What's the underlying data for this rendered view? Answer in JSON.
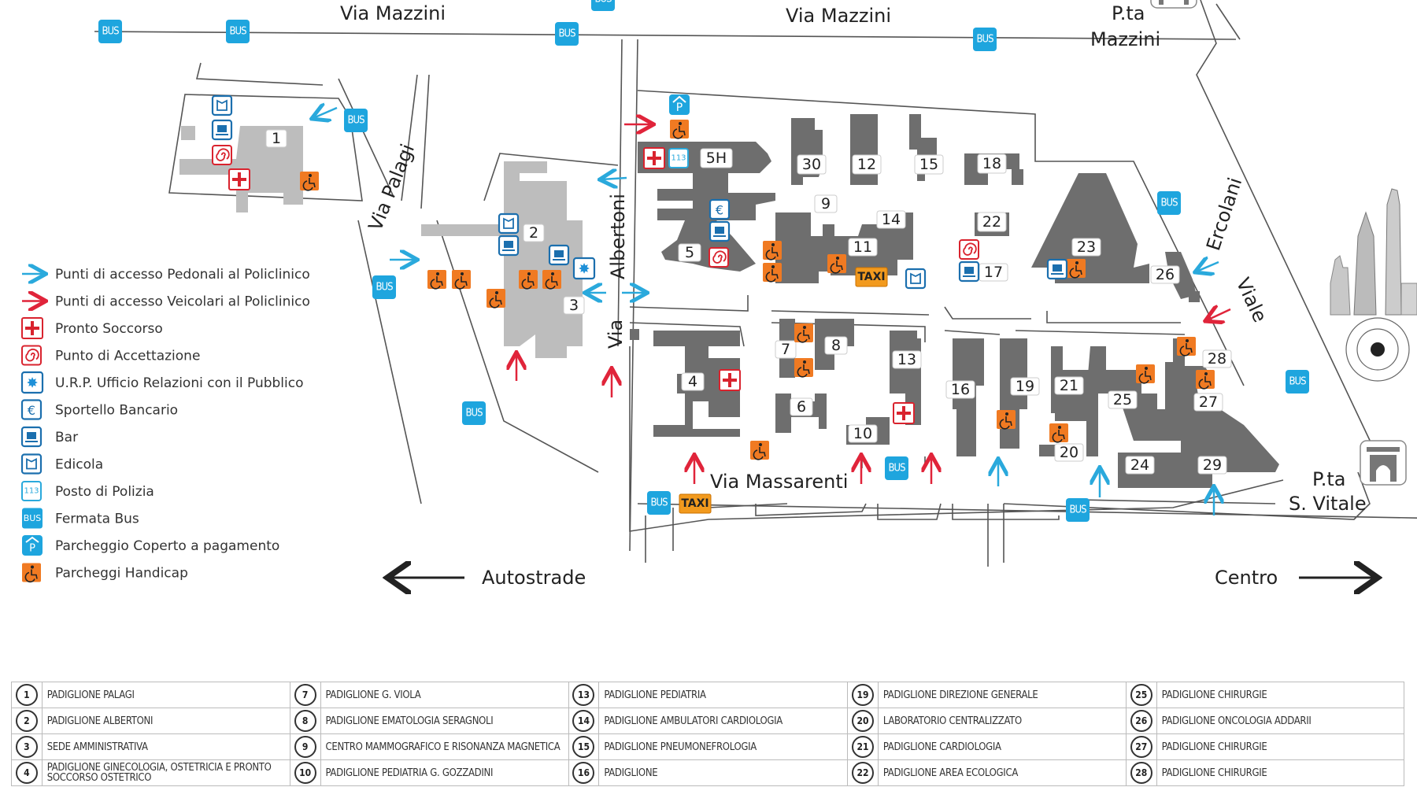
{
  "streets": {
    "via_mazzini_1": "Via Mazzini",
    "via_mazzini_2": "Via Mazzini",
    "pta_mazzini_1": "P.ta",
    "pta_mazzini_2": "Mazzini",
    "via_palagi": "Via Palagi",
    "via_albertoni_1": "Albertoni",
    "via_albertoni_2": "Via",
    "via_massarenti": "Via Massarenti",
    "viale_ercolani_1": "Ercolani",
    "viale_ercolani_2": "Viale",
    "pta_svitale_1": "P.ta",
    "pta_svitale_2": "S. Vitale"
  },
  "directions": {
    "left": "Autostrade",
    "right": "Centro"
  },
  "map_labels": {
    "bus": "BUS",
    "taxi": "TAXI",
    "police": "113",
    "buildings": [
      "1",
      "2",
      "3",
      "4",
      "5",
      "5H",
      "6",
      "7",
      "8",
      "9",
      "10",
      "11",
      "12",
      "13",
      "14",
      "15",
      "16",
      "17",
      "18",
      "19",
      "20",
      "21",
      "22",
      "23",
      "24",
      "25",
      "26",
      "27",
      "28",
      "29",
      "30"
    ]
  },
  "legend": [
    {
      "icon": "pedestrian-access-arrow",
      "label": "Punti di accesso Pedonali al Policlinico"
    },
    {
      "icon": "vehicle-access-arrow",
      "label": "Punti di accesso Veicolari al Policlinico"
    },
    {
      "icon": "first-aid-icon",
      "label": "Pronto Soccorso"
    },
    {
      "icon": "reception-spiral-icon",
      "label": "Punto di Accettazione"
    },
    {
      "icon": "urp-star-icon",
      "label": "U.R.P. Ufficio Relazioni con il Pubblico"
    },
    {
      "icon": "euro-icon",
      "label": "Sportello Bancario"
    },
    {
      "icon": "bar-icon",
      "label": "Bar"
    },
    {
      "icon": "newsstand-icon",
      "label": "Edicola"
    },
    {
      "icon": "police-icon",
      "label": "Posto di Polizia"
    },
    {
      "icon": "bus-stop-icon",
      "label": "Fermata Bus"
    },
    {
      "icon": "covered-parking-icon",
      "label": "Parcheggio Coperto a pagamento"
    },
    {
      "icon": "handicap-parking-icon",
      "label": "Parcheggi Handicap"
    }
  ],
  "pavilions": [
    {
      "n": "1",
      "name": "PADIGLIONE PALAGI"
    },
    {
      "n": "2",
      "name": "PADIGLIONE ALBERTONI"
    },
    {
      "n": "3",
      "name": "SEDE AMMINISTRATIVA"
    },
    {
      "n": "4",
      "name": "PADIGLIONE GINECOLOGIA, OSTETRICIA E PRONTO SOCCORSO OSTETRICO"
    },
    {
      "n": "7",
      "name": "PADIGLIONE G. VIOLA"
    },
    {
      "n": "8",
      "name": "PADIGLIONE EMATOLOGIA SERAGNOLI"
    },
    {
      "n": "9",
      "name": "CENTRO MAMMOGRAFICO E RISONANZA MAGNETICA"
    },
    {
      "n": "10",
      "name": "PADIGLIONE PEDIATRIA G. GOZZADINI"
    },
    {
      "n": "13",
      "name": "PADIGLIONE PEDIATRIA"
    },
    {
      "n": "14",
      "name": "PADIGLIONE AMBULATORI CARDIOLOGIA"
    },
    {
      "n": "15",
      "name": "PADIGLIONE PNEUMONEFROLOGIA"
    },
    {
      "n": "16",
      "name": "PADIGLIONE"
    },
    {
      "n": "19",
      "name": "PADIGLIONE DIREZIONE GENERALE"
    },
    {
      "n": "20",
      "name": "LABORATORIO CENTRALIZZATO"
    },
    {
      "n": "21",
      "name": "PADIGLIONE CARDIOLOGIA"
    },
    {
      "n": "22",
      "name": "PADIGLIONE AREA ECOLOGICA"
    },
    {
      "n": "25",
      "name": "PADIGLIONE CHIRURGIE"
    },
    {
      "n": "26",
      "name": "PADIGLIONE ONCOLOGIA ADDARII"
    },
    {
      "n": "27",
      "name": "PADIGLIONE CHIRURGIE"
    },
    {
      "n": "28",
      "name": "PADIGLIONE CHIRURGIE"
    }
  ],
  "colors": {
    "pedestrian": "#2aa9dc",
    "vehicle": "#e0243a",
    "bus": "#1ea5de",
    "handicap": "#f07a22",
    "first_aid": "#d9232e",
    "blue_icon": "#1b6fae",
    "building": "#6e6e6e",
    "building_light": "#bdbdbd"
  }
}
